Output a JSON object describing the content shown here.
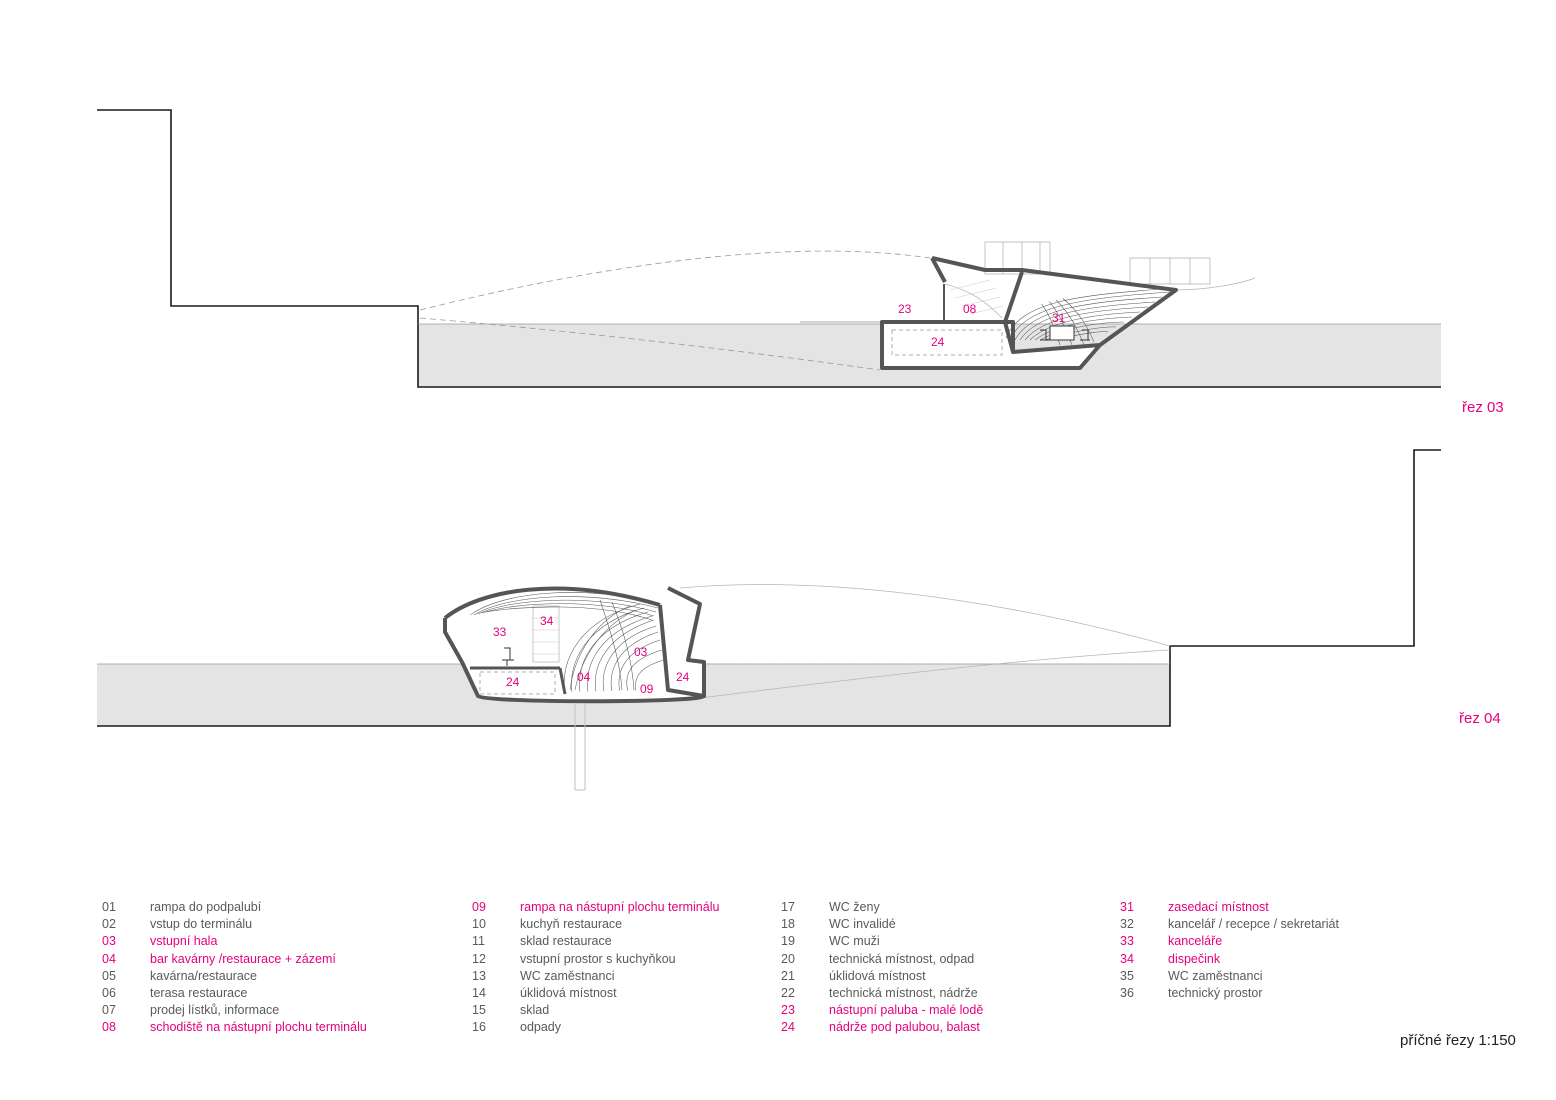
{
  "colors": {
    "accent": "#e6007e",
    "text": "#5a5a5a",
    "line": "#1a1a1a",
    "water": "#e4e4e4",
    "hull": "#555555"
  },
  "sections": {
    "sec03": {
      "title": "řez 03",
      "labels": {
        "l23": "23",
        "l08": "08",
        "l31": "31",
        "l24": "24"
      }
    },
    "sec04": {
      "title": "řez 04",
      "labels": {
        "l33": "33",
        "l34": "34",
        "l03": "03",
        "l04": "04",
        "l09": "09",
        "l24a": "24",
        "l24b": "24"
      }
    }
  },
  "legend": {
    "col1": [
      {
        "num": "01",
        "text": "rampa do podpalubí",
        "highlight": false
      },
      {
        "num": "02",
        "text": "vstup do terminálu",
        "highlight": false
      },
      {
        "num": "03",
        "text": "vstupní hala",
        "highlight": true
      },
      {
        "num": "04",
        "text": "bar kavárny /restaurace + zázemí",
        "highlight": true
      },
      {
        "num": "05",
        "text": "kavárna/restaurace",
        "highlight": false
      },
      {
        "num": "06",
        "text": "terasa restaurace",
        "highlight": false
      },
      {
        "num": "07",
        "text": "prodej lístků, informace",
        "highlight": false
      },
      {
        "num": "08",
        "text": "schodiště na nástupní plochu terminálu",
        "highlight": true
      }
    ],
    "col2": [
      {
        "num": "09",
        "text": "rampa na nástupní plochu terminálu",
        "highlight": true
      },
      {
        "num": "10",
        "text": "kuchyň restaurace",
        "highlight": false
      },
      {
        "num": "11",
        "text": "sklad restaurace",
        "highlight": false
      },
      {
        "num": "12",
        "text": "vstupní prostor s kuchyňkou",
        "highlight": false
      },
      {
        "num": "13",
        "text": "WC zaměstnanci",
        "highlight": false
      },
      {
        "num": "14",
        "text": "úklidová místnost",
        "highlight": false
      },
      {
        "num": "15",
        "text": "sklad",
        "highlight": false
      },
      {
        "num": "16",
        "text": "odpady",
        "highlight": false
      }
    ],
    "col3": [
      {
        "num": "17",
        "text": "WC ženy",
        "highlight": false
      },
      {
        "num": "18",
        "text": "WC invalidé",
        "highlight": false
      },
      {
        "num": "19",
        "text": "WC muži",
        "highlight": false
      },
      {
        "num": "20",
        "text": "technická místnost, odpad",
        "highlight": false
      },
      {
        "num": "21",
        "text": "úklidová místnost",
        "highlight": false
      },
      {
        "num": "22",
        "text": "technická místnost, nádrže",
        "highlight": false
      },
      {
        "num": "23",
        "text": "nástupní paluba - malé lodě",
        "highlight": true
      },
      {
        "num": "24",
        "text": "nádrže pod palubou, balast",
        "highlight": true
      }
    ],
    "col4": [
      {
        "num": "31",
        "text": "zasedací místnost",
        "highlight": true
      },
      {
        "num": "32",
        "text": "kancelář / recepce / sekretariát",
        "highlight": false
      },
      {
        "num": "33",
        "text": "kanceláře",
        "highlight": true
      },
      {
        "num": "34",
        "text": "dispečink",
        "highlight": true
      },
      {
        "num": "35",
        "text": "WC zaměstnanci",
        "highlight": false
      },
      {
        "num": "36",
        "text": "technický prostor",
        "highlight": false
      }
    ]
  },
  "scale_note": "příčné řezy 1:150"
}
